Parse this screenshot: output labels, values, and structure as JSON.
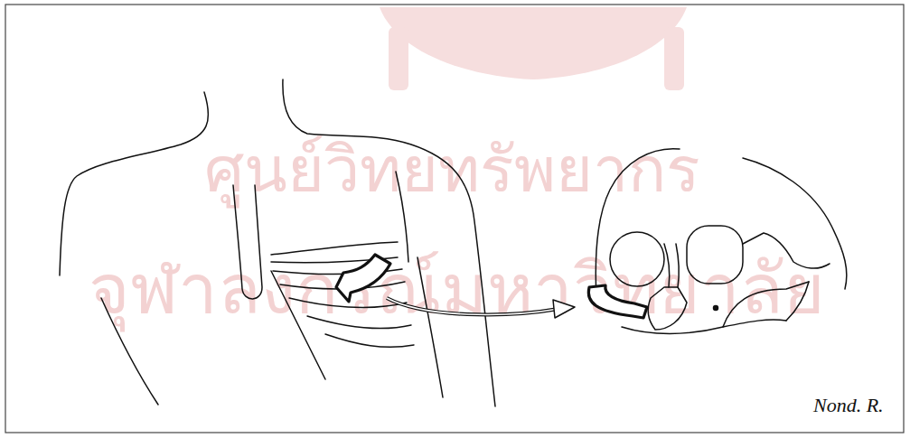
{
  "diagram": {
    "labels": [
      "ศูนย์วิทยทรัพยากร",
      "จุฬาลงกรณ์มหาวิทยาลัย",
      "Nond. R."
    ]
  }
}
